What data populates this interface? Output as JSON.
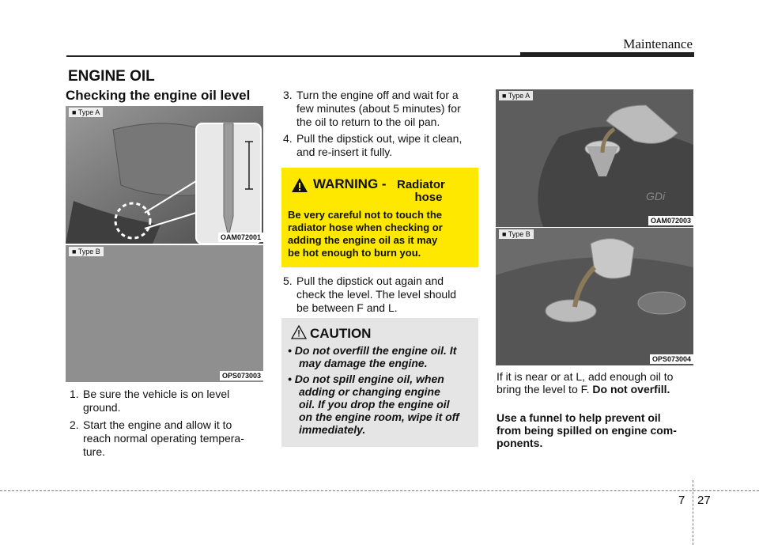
{
  "header": {
    "title": "Maintenance"
  },
  "section_title": "ENGINE OIL",
  "subheading": "Checking the engine oil level",
  "figures": {
    "left_top": {
      "tag": "■ Type A",
      "code": "OAM072001"
    },
    "left_bottom": {
      "tag": "■ Type B",
      "code": "OPS073003"
    },
    "right_top": {
      "tag": "■ Type A",
      "code": "OAM072003"
    },
    "right_bottom": {
      "tag": "■ Type B",
      "code": "OPS073004"
    }
  },
  "steps": {
    "s1_num": "1.",
    "s1_l1": "Be sure the vehicle is on level",
    "s1_l2": "ground.",
    "s2_num": "2.",
    "s2_l1": "Start the engine and allow it to",
    "s2_l2": "reach normal operating tempera-",
    "s2_l3": "ture.",
    "s3_num": "3.",
    "s3_l1": "Turn the engine off and wait for a",
    "s3_l2": "few minutes (about 5 minutes) for",
    "s3_l3": "the oil to return to the oil pan.",
    "s4_num": "4.",
    "s4_l1": "Pull the dipstick out, wipe it clean,",
    "s4_l2": "and re-insert it fully.",
    "s5_num": "5.",
    "s5_l1": "Pull the dipstick out again and",
    "s5_l2": "check the level. The level should",
    "s5_l3": "be between F and L."
  },
  "warning": {
    "prefix": "WARNING -",
    "title_l1": "Radiator",
    "title_l2": "hose",
    "l1": "Be very careful not to touch the",
    "l2": "radiator hose when checking or",
    "l3": "adding the engine oil as it may",
    "l4": "be hot enough to burn you."
  },
  "caution": {
    "title": "CAUTION",
    "b1_l1": "• Do not overfill the engine oil. It",
    "b1_l2": "may damage the engine.",
    "b2_l1": "• Do not spill engine oil, when",
    "b2_l2": "adding or  changing engine",
    "b2_l3": "oil. If you drop the engine oil",
    "b2_l4": "on the engine room, wipe it off",
    "b2_l5": "immediately."
  },
  "right_text": {
    "p1_l1": "If it is near or at L, add enough oil to",
    "p1_l2a": "bring the level to F.",
    "p1_l2b": "Do not overfill.",
    "p2_l1": "Use a funnel to help prevent oil",
    "p2_l2": "from being spilled on engine com-",
    "p2_l3": "ponents."
  },
  "footer": {
    "chapter": "7",
    "page": "27"
  }
}
